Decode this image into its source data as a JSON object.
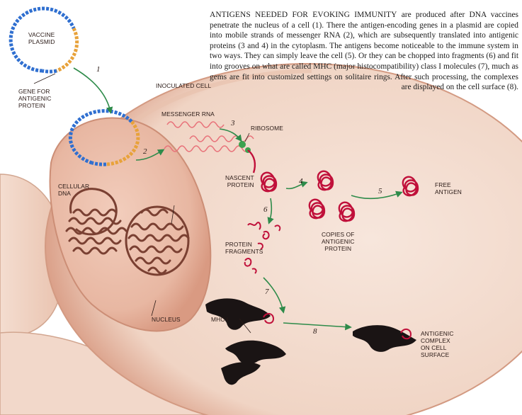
{
  "caption": {
    "lead": "ANTIGENS NEEDED FOR EVOKING IMMUNITY",
    "body": " are produced after DNA vaccines penetrate the nucleus of a cell (1). There the antigen-encoding genes in a plasmid are copied into mobile strands of messenger RNA (2), which are subsequently translated into antigenic proteins (3 and 4) in the cytoplasm. The antigens become noticeable to the immune system in two ways. They can simply leave the cell (5). Or they can be chopped into fragments (6) and fit into grooves on what are called MHC (major histocompatibility) class I molecules (7), much as gems are fit into customized settings on solitaire rings. After such processing, the complexes are displayed on the cell surface (8)."
  },
  "labels": {
    "vaccine_plasmid": "VACCINE\nPLASMID",
    "gene_for_antigenic_protein": "GENE FOR\nANTIGENIC\nPROTEIN",
    "inoculated_cell": "INOCULATED CELL",
    "messenger_rna": "MESSENGER RNA",
    "ribosome": "RIBOSOME",
    "cellular_dna": "CELLULAR\nDNA",
    "nascent_protein": "NASCENT\nPROTEIN",
    "copies_of_antigenic_protein": "COPIES OF\nANTIGENIC\nPROTEIN",
    "free_antigen": "FREE\nANTIGEN",
    "protein_fragments": "PROTEIN\nFRAGMENTS",
    "nucleus": "NUCLEUS",
    "mhc_i": "MHC I",
    "antigenic_complex": "ANTIGENIC\nCOMPLEX\nON CELL\nSURFACE"
  },
  "steps": [
    "1",
    "2",
    "3",
    "4",
    "5",
    "6",
    "7",
    "8"
  ],
  "colors": {
    "plasmid_backbone": "#2f6fd0",
    "plasmid_gene": "#e8a23a",
    "arrow": "#2e8b4a",
    "protein": "#c0103a",
    "mhc": "#1a1414",
    "cell": "#efd6c8",
    "nucleus": "#e6b7a2",
    "dna": "#7a4032"
  }
}
